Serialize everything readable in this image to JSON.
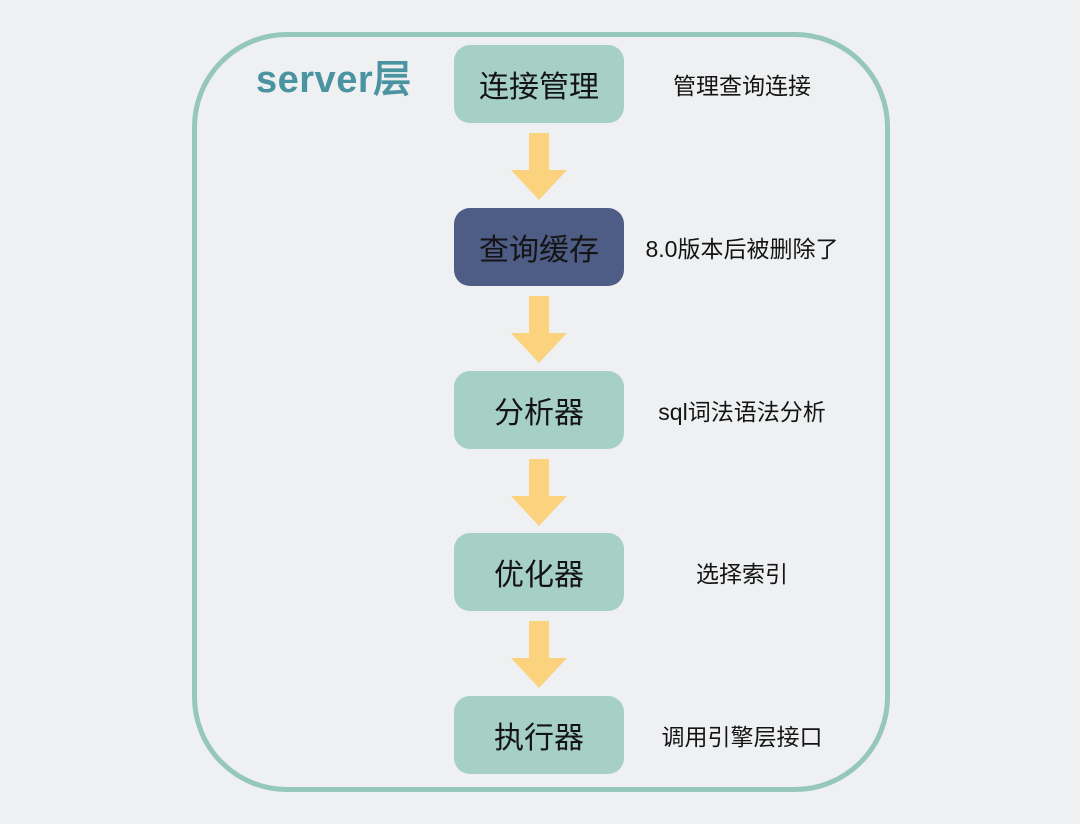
{
  "title": "server层",
  "steps": [
    {
      "label": "连接管理",
      "note": "管理查询连接",
      "variant": "teal"
    },
    {
      "label": "查询缓存",
      "note": "8.0版本后被删除了",
      "variant": "dark"
    },
    {
      "label": "分析器",
      "note": "sql词法语法分析",
      "variant": "teal"
    },
    {
      "label": "优化器",
      "note": "选择索引",
      "variant": "teal"
    },
    {
      "label": "执行器",
      "note": "调用引擎层接口",
      "variant": "teal"
    }
  ],
  "colors": {
    "background": "#eef0f2",
    "container_border": "#95c7bc",
    "box_teal": "#a6d0c6",
    "box_dark": "#4e5d85",
    "arrow": "#fbd37e",
    "title": "#4a93a1",
    "text": "#141414"
  }
}
